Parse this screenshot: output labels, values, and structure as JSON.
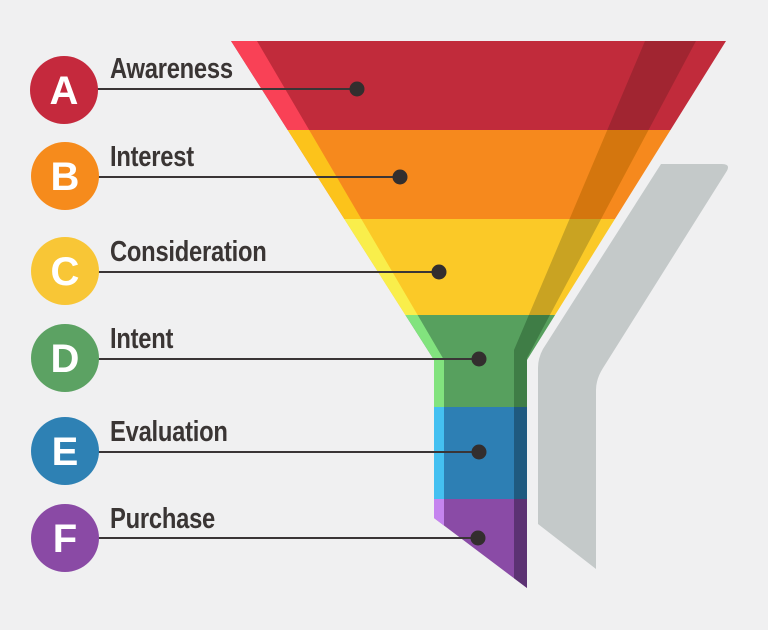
{
  "background": "#f0f0f1",
  "shadow": {
    "color": "#c4c9c9"
  },
  "connector": {
    "line_color": "#3a3536",
    "dot_color": "#332e2e"
  },
  "labels": {
    "color": "#3a3534"
  },
  "letters": {
    "color": "#ffffff"
  },
  "stages": [
    {
      "letter": "A",
      "label": "Awareness",
      "badge": "#c5293d",
      "band": "#c12b3b",
      "bright": "#f94156",
      "dark": "#a12531"
    },
    {
      "letter": "B",
      "label": "Interest",
      "badge": "#f68b1c",
      "band": "#f6891d",
      "bright": "#fcc31b",
      "dark": "#d4760e"
    },
    {
      "letter": "C",
      "label": "Consideration",
      "badge": "#f8c636",
      "band": "#fbc927",
      "bright": "#f9ee4b",
      "dark": "#c9a322"
    },
    {
      "letter": "D",
      "label": "Intent",
      "badge": "#5ca263",
      "band": "#57a05e",
      "bright": "#82e37e",
      "dark": "#3f7d46"
    },
    {
      "letter": "E",
      "label": "Evaluation",
      "badge": "#2e81b4",
      "band": "#2d7fb4",
      "bright": "#44c0f1",
      "dark": "#1f5a80"
    },
    {
      "letter": "F",
      "label": "Purchase",
      "badge": "#8a4aa5",
      "band": "#8a4ba6",
      "bright": "#c584ef",
      "dark": "#5c3273"
    }
  ]
}
